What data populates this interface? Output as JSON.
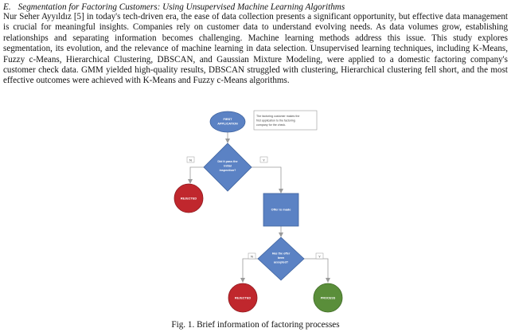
{
  "section": {
    "number": "E.",
    "title": "Segmentation for Factoring Customers: Using Unsupervised Machine Learning Algorithms"
  },
  "paragraph": "Nur Seher Ayyıldız [5] in today's tech-driven era, the ease of data collection presents a significant opportunity, but effective data management is crucial for meaningful insights. Companies rely on customer data to understand evolving needs. As data volumes grow, establishing relationships and separating information becomes challenging. Machine learning methods address this issue. This study explores segmentation, its evolution, and the relevance of machine learning in data selection. Unsupervised learning techniques, including K-Means, Fuzzy c-Means, Hierarchical Clustering, DBSCAN, and Gaussian Mixture Modeling, were applied to a domestic factoring company's customer check data. GMM yielded high-quality results, DBSCAN struggled with clustering, Hierarchical clustering fell short, and the most effective outcomes were achieved with K-Means and Fuzzy c-Means algorithms.",
  "figure": {
    "start_line1": "FIRST",
    "start_line2": "APPLICATION",
    "note_line1": "The factoring customer makes the",
    "note_line2": "first application to the factoring",
    "note_line3": "company for the check.",
    "decision1_line1": "Did it pass the",
    "decision1_line2": "initial",
    "decision1_line3": "inspection?",
    "no_label_1": "N",
    "yes_label_1": "Y",
    "rejected_1": "REJECTED",
    "offer_box": "Offer is made",
    "decision2_line1": "Has the offer",
    "decision2_line2": "been",
    "decision2_line3": "accepted?",
    "no_label_2": "N",
    "yes_label_2": "Y",
    "rejected_2": "REJECTED",
    "process": "PROCESS",
    "colors": {
      "blue_fill": "#5b82c4",
      "blue_stroke": "#3f639f",
      "red_fill": "#c0272d",
      "green_fill": "#5a8e3a",
      "connector": "#9a9a9a"
    }
  },
  "caption": "Fig. 1. Brief information of factoring processes"
}
